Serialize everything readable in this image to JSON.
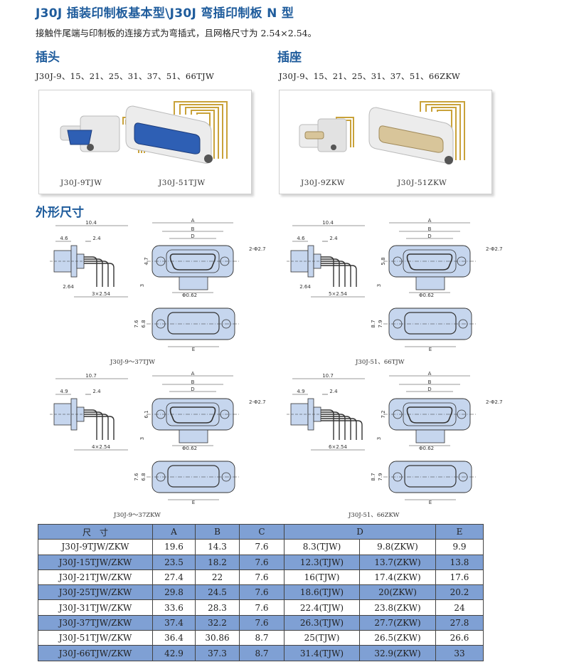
{
  "title": "J30J 插装印制板基本型\\J30J 弯插印制板 N 型",
  "description": "接触件尾端与印制板的连接方式为弯插式，且网格尺寸为 2.54×2.54。",
  "plug": {
    "heading": "插头",
    "models": "J30J-9、15、21、25、31、37、51、66TJW",
    "captions": [
      "J30J-9TJW",
      "J30J-51TJW"
    ]
  },
  "socket": {
    "heading": "插座",
    "models": "J30J-9、15、21、25、31、37、51、66ZKW",
    "captions": [
      "J30J-9ZKW",
      "J30J-51ZKW"
    ]
  },
  "dims_heading": "外形尺寸",
  "drawings": [
    {
      "caption": "J30J-9～37TJW",
      "side": {
        "top_dim": "10.4",
        "left_dim": "4.6",
        "pin_dim": "2.4",
        "low_dim": "2.64",
        "pitch": "3×2.54"
      },
      "front": {
        "A": "A",
        "B": "B",
        "D": "D",
        "height": "4.7",
        "small": "3",
        "hole": "2-Φ2.7",
        "pin": "Φ0.62"
      },
      "bottom": {
        "h1": "7.6",
        "h2": "6.8",
        "E": "E"
      }
    },
    {
      "caption": "J30J-51、66TJW",
      "side": {
        "top_dim": "10.4",
        "left_dim": "4.6",
        "pin_dim": "2.4",
        "low_dim": "2.64",
        "pitch": "5×2.54"
      },
      "front": {
        "A": "A",
        "B": "B",
        "D": "D",
        "height": "5.8",
        "small": "3",
        "hole": "2-Φ2.7",
        "pin": "Φ0.62"
      },
      "bottom": {
        "h1": "8.7",
        "h2": "7.9",
        "E": "E"
      }
    },
    {
      "caption": "J30J-9～37ZKW",
      "side": {
        "top_dim": "10.7",
        "left_dim": "4.9",
        "pin_dim": "2.4",
        "low_dim": "",
        "pitch": "4×2.54"
      },
      "front": {
        "A": "A",
        "B": "B",
        "D": "D",
        "height": "6.1",
        "small": "3",
        "hole": "2-Φ2.7",
        "pin": "Φ0.62"
      },
      "bottom": {
        "h1": "7.6",
        "h2": "6.8",
        "E": "E"
      }
    },
    {
      "caption": "J30J-51、66ZKW",
      "side": {
        "top_dim": "10.7",
        "left_dim": "4.9",
        "pin_dim": "2.4",
        "low_dim": "",
        "pitch": "6×2.54"
      },
      "front": {
        "A": "A",
        "B": "B",
        "D": "D",
        "height": "7.2",
        "small": "3",
        "hole": "2-Φ2.7",
        "pin": "Φ0.62"
      },
      "bottom": {
        "h1": "8.7",
        "h2": "7.9",
        "E": "E"
      }
    }
  ],
  "table": {
    "headers": [
      "尺　寸",
      "A",
      "B",
      "C",
      "D",
      "E"
    ],
    "rows": [
      [
        "J30J-9TJW/ZKW",
        "19.6",
        "14.3",
        "7.6",
        "8.3(TJW)",
        "9.8(ZKW)",
        "9.9"
      ],
      [
        "J30J-15TJW/ZKW",
        "23.5",
        "18.2",
        "7.6",
        "12.3(TJW)",
        "13.7(ZKW)",
        "13.8"
      ],
      [
        "J30J-21TJW/ZKW",
        "27.4",
        "22",
        "7.6",
        "16(TJW)",
        "17.4(ZKW)",
        "17.6"
      ],
      [
        "J30J-25TJW/ZKW",
        "29.8",
        "24.5",
        "7.6",
        "18.6(TJW)",
        "20(ZKW)",
        "20.2"
      ],
      [
        "J30J-31TJW/ZKW",
        "33.6",
        "28.3",
        "7.6",
        "22.4(TJW)",
        "23.8(ZKW)",
        "24"
      ],
      [
        "J30J-37TJW/ZKW",
        "37.4",
        "32.2",
        "7.6",
        "26.3(TJW)",
        "27.7(ZKW)",
        "27.8"
      ],
      [
        "J30J-51TJW/ZKW",
        "36.4",
        "30.86",
        "8.7",
        "25(TJW)",
        "26.5(ZKW)",
        "26.6"
      ],
      [
        "J30J-66TJW/ZKW",
        "42.9",
        "37.3",
        "8.7",
        "31.4(TJW)",
        "32.9(ZKW)",
        "33"
      ]
    ]
  },
  "colors": {
    "heading": "#1f5c9c",
    "body_fill": "#c6d6ee",
    "table_band": "#7fa0d4",
    "pin_gold": "#c9a23a",
    "plug_face": "#2e5fb4"
  }
}
